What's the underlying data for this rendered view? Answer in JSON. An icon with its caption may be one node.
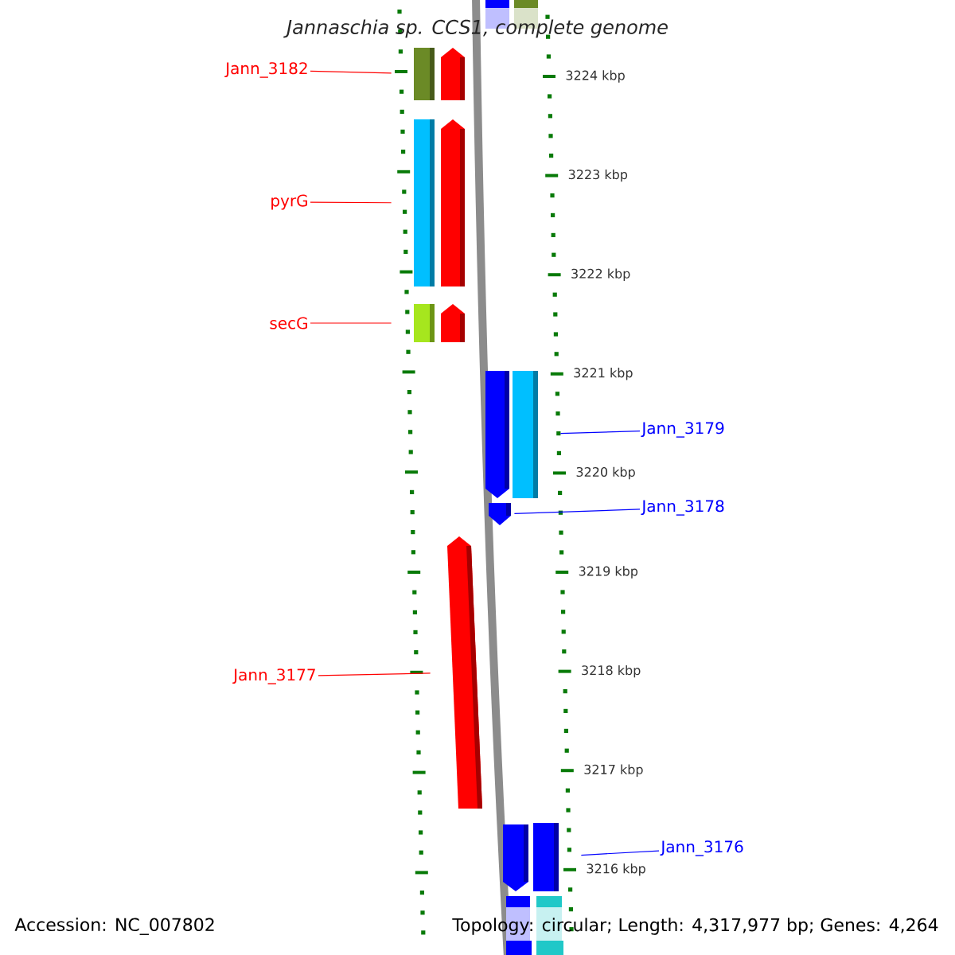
{
  "diagram": {
    "title": "*Jannaschia* *sp.* *CCS1, complete genome*",
    "nodes": [
      {
        "text": [
          "Jann_3182"
        ]
      },
      {
        "text": [],
        "shape": "bar"
      },
      {
        "text": [
          "pyrG"
        ]
      },
      {
        "text": [],
        "shape": "bar"
      },
      {
        "text": [
          "secG"
        ]
      },
      {
        "text": [],
        "shape": "bar"
      },
      {
        "text": [
          "Jann_3179"
        ]
      },
      {
        "text": [],
        "shape": "bar"
      },
      {
        "text": [
          "Jann_3178"
        ]
      },
      {
        "text": [],
        "shape": "bar"
      },
      {
        "text": [
          "Jann_3177"
        ]
      },
      {
        "text": [],
        "shape": "bar"
      },
      {
        "text": [
          "Jann_3176"
        ]
      },
      {
        "text": [],
        "shape": "bar"
      },
      {
        "text": [],
        "shape": "bar"
      },
      {
        "text": [],
        "shape": "bar"
      },
      {
        "text": [],
        "shape": "bar"
      },
      {
        "text": [],
        "shape": "bar"
      },
      {
        "text": [],
        "shape": "bar"
      }
    ],
    "edges": [
      {
        "from": 0,
        "to": 1,
        "arrow": "none"
      },
      {
        "from": 2,
        "to": 3,
        "arrow": "none"
      },
      {
        "from": 4,
        "to": 5,
        "arrow": "none"
      },
      {
        "from": 6,
        "to": 7,
        "arrow": "none",
        "color": "#0000ff"
      },
      {
        "from": 8,
        "to": 9,
        "arrow": "none",
        "color": "#0000ff"
      },
      {
        "from": 10,
        "to": 11,
        "arrow": "none"
      },
      {
        "from": 12,
        "to": 13,
        "arrow": "none",
        "color": "#0000ff"
      }
    ],
    "labels": [
      "3224 kbp",
      "3223 kbp",
      "3222 kbp",
      "3221 kbp",
      "3220 kbp",
      "3219 kbp",
      "3218 kbp",
      "3217 kbp",
      "3216 kbp",
      "Accession: NC_007802",
      "Topology: circular; Length: 4,317,977 bp; Genes: 4,264"
    ]
  }
}
